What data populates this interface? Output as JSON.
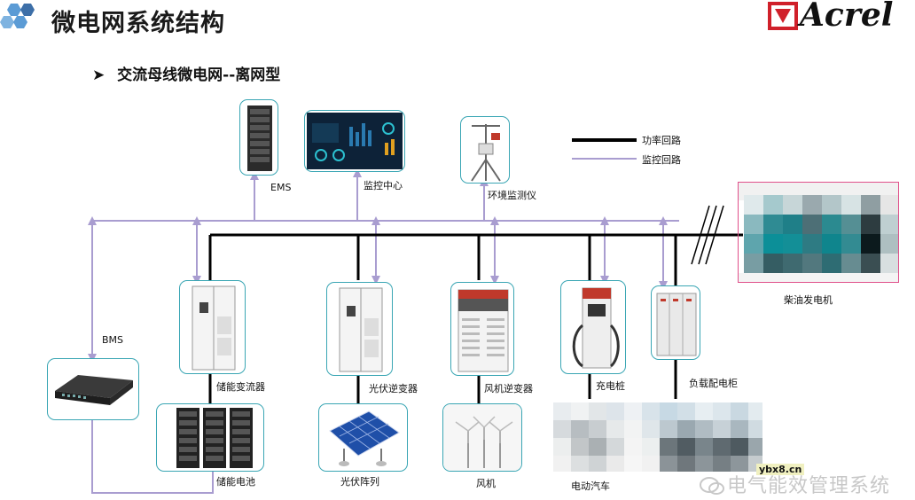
{
  "header": {
    "title": "微电网系统结构",
    "logo": "Acrel"
  },
  "subtitle": "交流母线微电网--离网型",
  "subtitle_bullet": "➤",
  "legend": {
    "power": "功率回路",
    "monitor": "监控回路"
  },
  "nodes": {
    "ems": "EMS",
    "monitor_center": "监控中心",
    "env_monitor": "环境监测仪",
    "diesel": "柴油发电机",
    "bms": "BMS",
    "storage_converter": "储能变流器",
    "storage_battery": "储能电池",
    "pv_inverter": "光伏逆变器",
    "pv_array": "光伏阵列",
    "wind_inverter": "风机逆变器",
    "wind_turbine": "风机",
    "charger": "充电桩",
    "ev": "电动汽车",
    "load_cabinet": "负载配电柜"
  },
  "watermark": {
    "text": "电气能效管理系统",
    "site": "ybx8.cn"
  },
  "colors": {
    "power_line": "#000000",
    "monitor_line": "#a99dd0",
    "box_border": "#3aa6b4",
    "logo_red": "#d0202a"
  }
}
